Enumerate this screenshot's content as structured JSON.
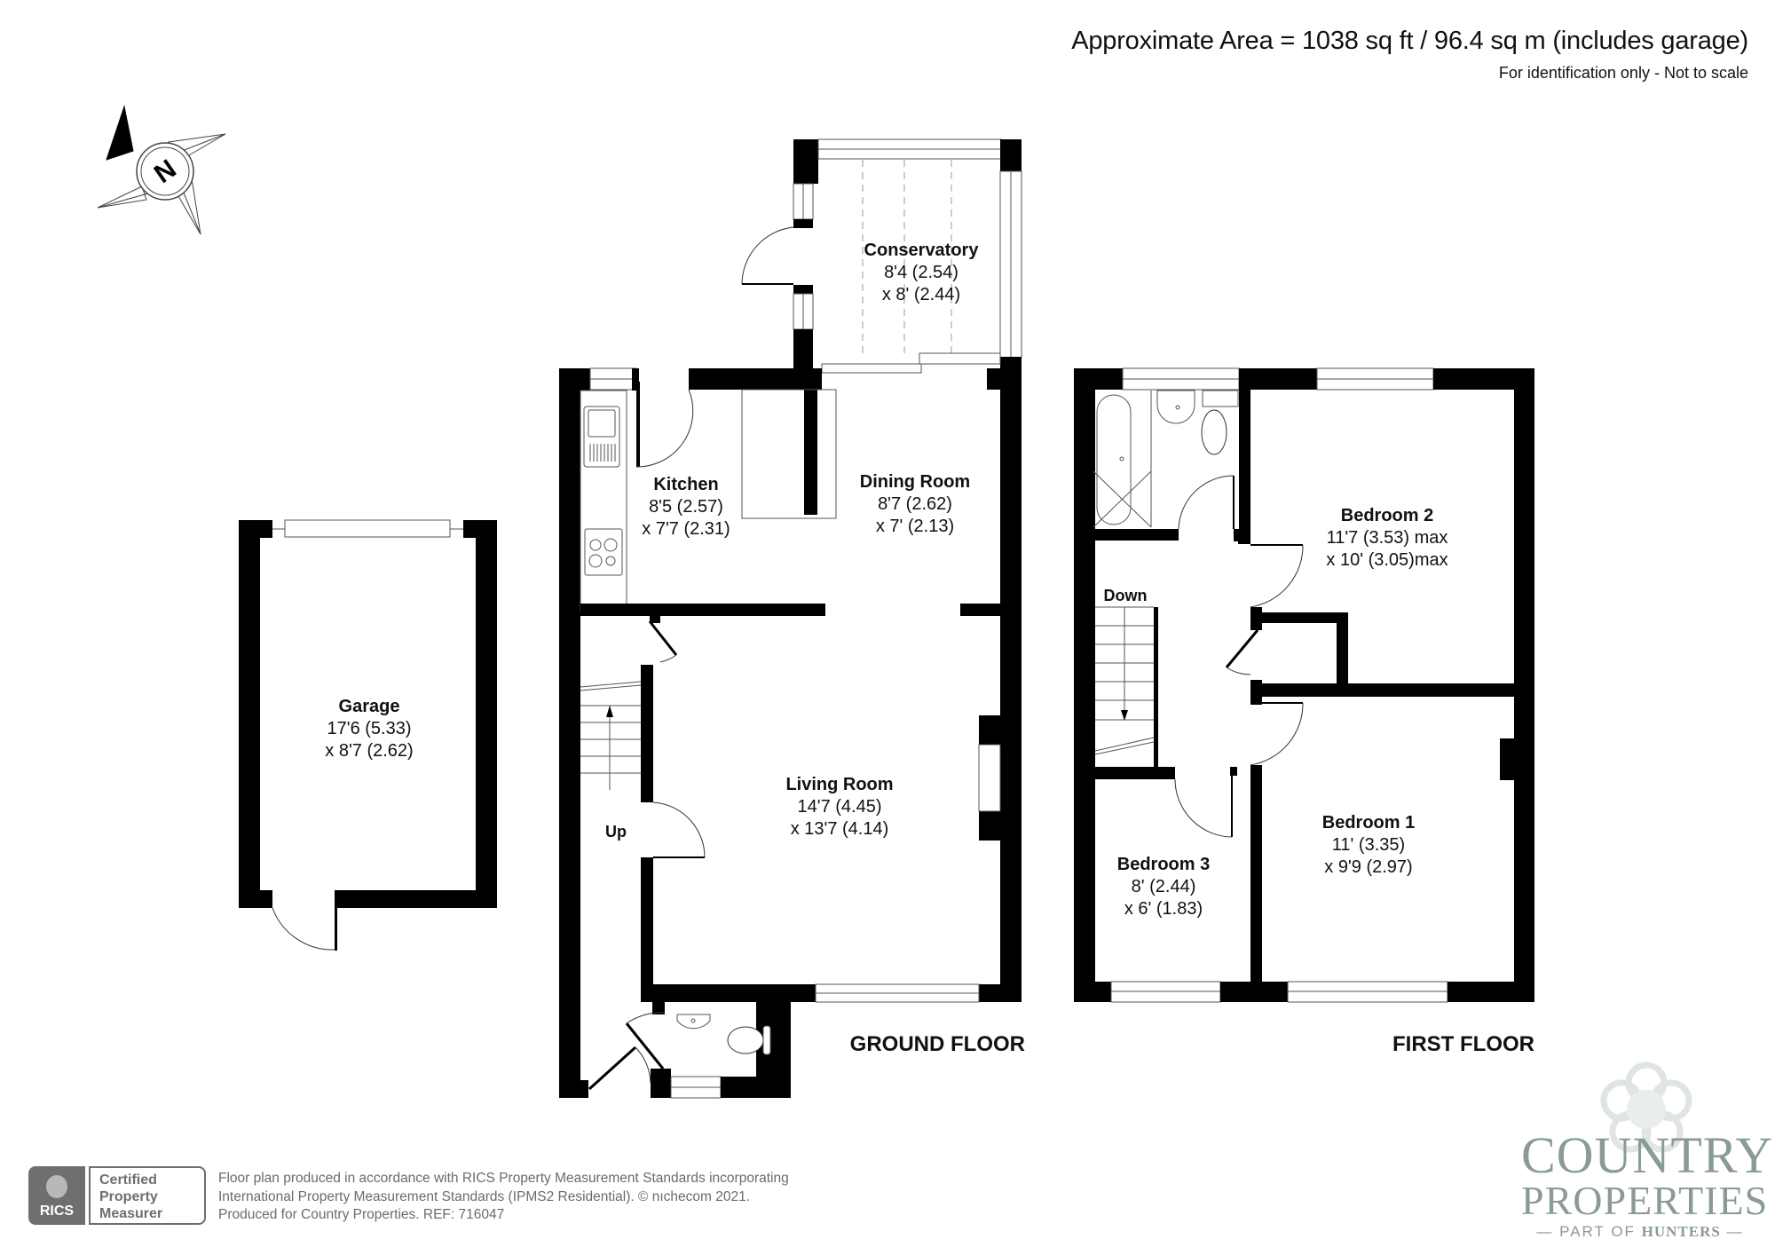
{
  "header": {
    "approx_area": "Approximate Area = 1038 sq ft / 96.4 sq m (includes garage)",
    "note": "For identification only - Not to scale"
  },
  "compass": {
    "icon": "north-arrow-compass-icon",
    "label": "N"
  },
  "garage": {
    "name": "Garage",
    "dim1": "17'6 (5.33)",
    "dim2": "x 8'7 (2.62)"
  },
  "ground_floor": {
    "label": "GROUND FLOOR",
    "stairs_label": "Up",
    "rooms": [
      {
        "name": "Conservatory",
        "dim1": "8'4 (2.54)",
        "dim2": "x 8' (2.44)"
      },
      {
        "name": "Kitchen",
        "dim1": "8'5 (2.57)",
        "dim2": "x 7'7 (2.31)"
      },
      {
        "name": "Dining Room",
        "dim1": "8'7 (2.62)",
        "dim2": "x 7' (2.13)"
      },
      {
        "name": "Living Room",
        "dim1": "14'7 (4.45)",
        "dim2": "x 13'7 (4.14)"
      }
    ]
  },
  "first_floor": {
    "label": "FIRST FLOOR",
    "stairs_label": "Down",
    "rooms": [
      {
        "name": "Bedroom 2",
        "dim1": "11'7 (3.53) max",
        "dim2": "x 10' (3.05)max"
      },
      {
        "name": "Bedroom 1",
        "dim1": "11' (3.35)",
        "dim2": "x 9'9 (2.97)"
      },
      {
        "name": "Bedroom 3",
        "dim1": "8' (2.44)",
        "dim2": "x 6' (1.83)"
      }
    ]
  },
  "footer": {
    "badge": {
      "org": "RICS",
      "line1": "Certified",
      "line2": "Property",
      "line3": "Measurer"
    },
    "line1": "Floor plan produced in accordance with RICS Property Measurement Standards incorporating",
    "line2": "International Property Measurement Standards (IPMS2 Residential).   © nıchecom 2021.",
    "line3": "Produced for Country Properties.   REF: 716047"
  },
  "logo": {
    "line1": "COUNTRY",
    "line2": "PROPERTIES",
    "line3_prefix": "PART OF",
    "line3_brand": "HUNTERS",
    "color": "#8a9b95"
  },
  "colors": {
    "wall": "#000000",
    "fixture_line": "#555555",
    "logo": "#8a9b95",
    "footer_text": "#6b6b6b"
  }
}
